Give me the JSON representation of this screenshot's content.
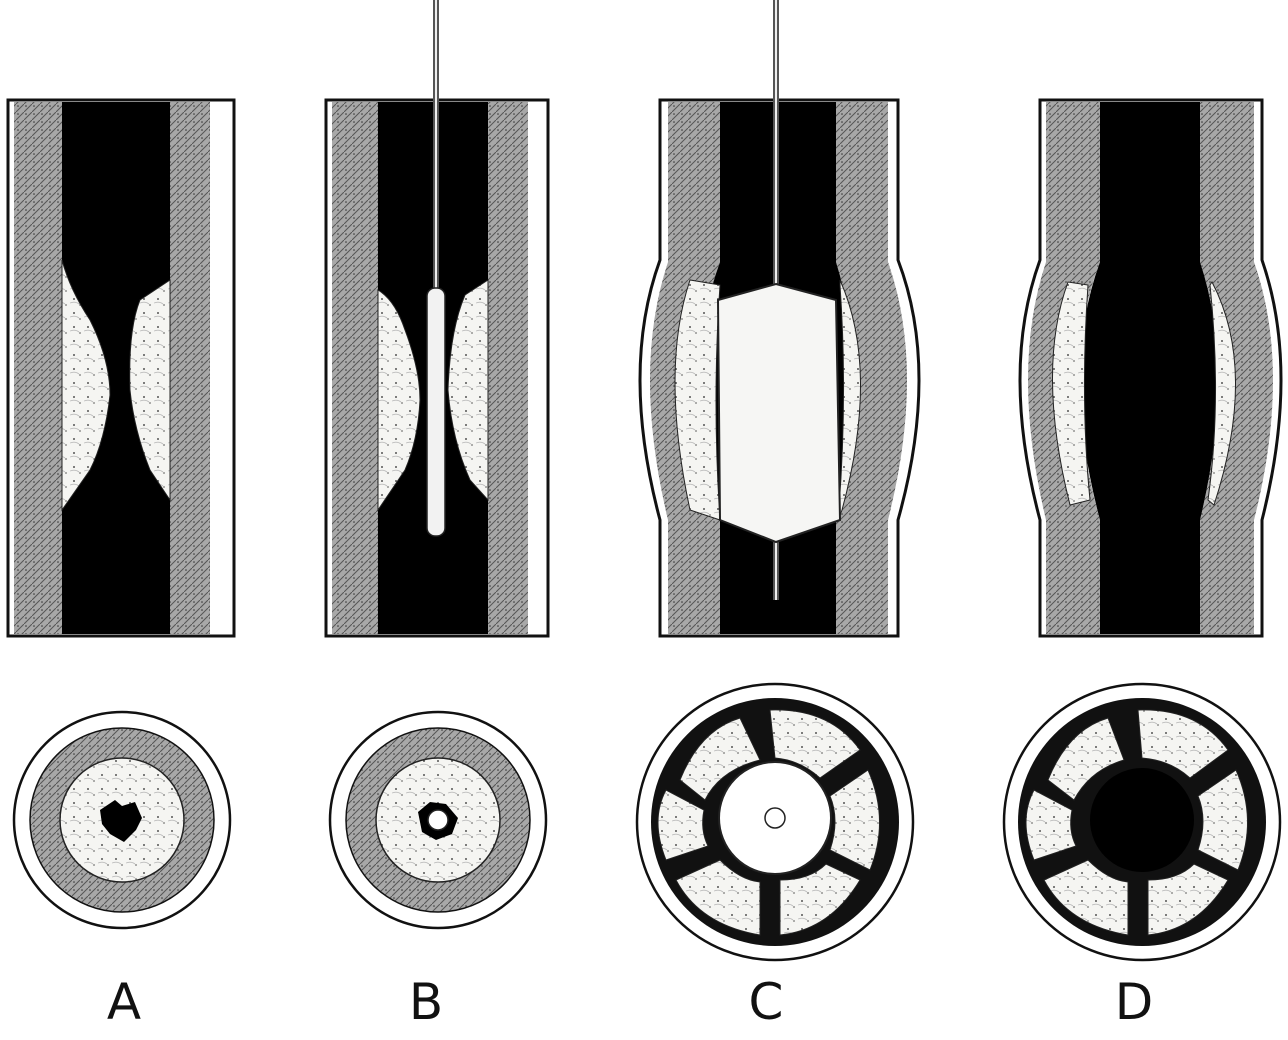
{
  "panels": [
    {
      "label": "A"
    },
    {
      "label": "B"
    },
    {
      "label": "C"
    },
    {
      "label": "D"
    }
  ],
  "colors": {
    "lumen": "#000000",
    "plaque": "#f4f4f0",
    "vessel_wall": "#9a9a9a",
    "outer_layer": "#ffffff",
    "outline": "#111111",
    "catheter": "#f2f2f2"
  }
}
